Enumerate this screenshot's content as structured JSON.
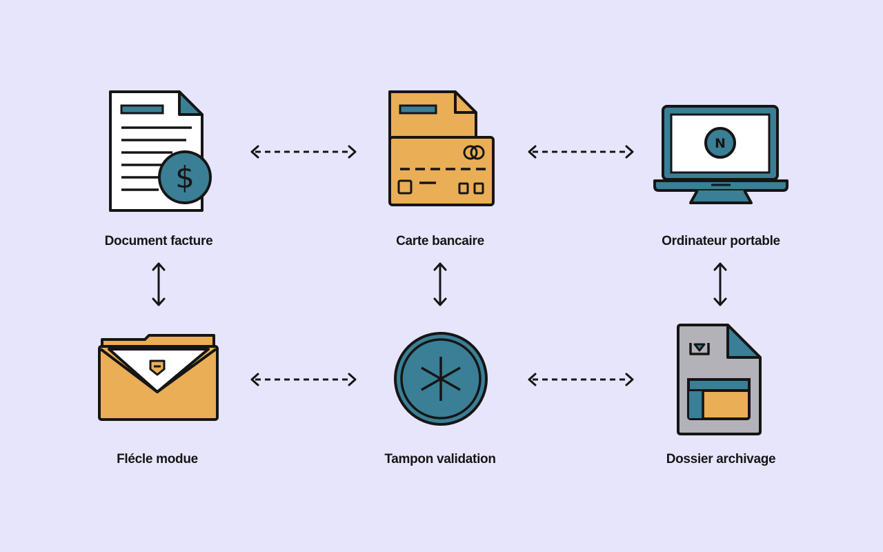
{
  "nodes": [
    {
      "id": "invoice",
      "label": "Document facture",
      "icon": "invoice-dollar-icon"
    },
    {
      "id": "card",
      "label": "Carte bancaire",
      "icon": "credit-card-icon"
    },
    {
      "id": "laptop",
      "label": "Ordinateur portable",
      "icon": "laptop-icon",
      "screen_glyph": "N"
    },
    {
      "id": "envelope",
      "label": "Flécle modue",
      "icon": "envelope-icon"
    },
    {
      "id": "stamp",
      "label": "Tampon validation",
      "icon": "stamp-icon"
    },
    {
      "id": "archive",
      "label": "Dossier archivage",
      "icon": "archive-file-icon"
    }
  ],
  "connectors": [
    {
      "from": "invoice",
      "to": "card",
      "style": "dashed",
      "arrows": "both"
    },
    {
      "from": "card",
      "to": "laptop",
      "style": "dashed",
      "arrows": "both"
    },
    {
      "from": "envelope",
      "to": "stamp",
      "style": "dashed",
      "arrows": "both"
    },
    {
      "from": "stamp",
      "to": "archive",
      "style": "dashed",
      "arrows": "both"
    },
    {
      "from": "invoice",
      "to": "envelope",
      "style": "solid",
      "arrows": "both"
    },
    {
      "from": "card",
      "to": "stamp",
      "style": "solid",
      "arrows": "both"
    },
    {
      "from": "laptop",
      "to": "archive",
      "style": "solid",
      "arrows": "both"
    }
  ],
  "colors": {
    "background": "#e7e5fb",
    "teal": "#3a7f96",
    "orange": "#eaae57",
    "grey": "#b3b2b8",
    "outline": "#151515",
    "paper": "#ffffff"
  }
}
